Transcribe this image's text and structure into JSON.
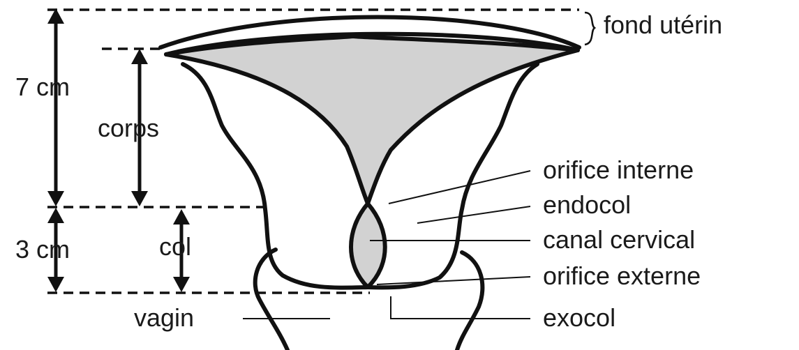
{
  "labels": {
    "fond_uterin": "fond utérin",
    "orifice_interne": "orifice interne",
    "endocol": "endocol",
    "canal_cervical": "canal cervical",
    "orifice_externe": "orifice externe",
    "exocol": "exocol",
    "vagin": "vagin",
    "corps": "corps",
    "col": "col",
    "dim_7cm": "7 cm",
    "dim_3cm": "3 cm"
  },
  "colors": {
    "line": "#111111",
    "cavity_fill": "#d2d2d2",
    "background": "#ffffff"
  }
}
